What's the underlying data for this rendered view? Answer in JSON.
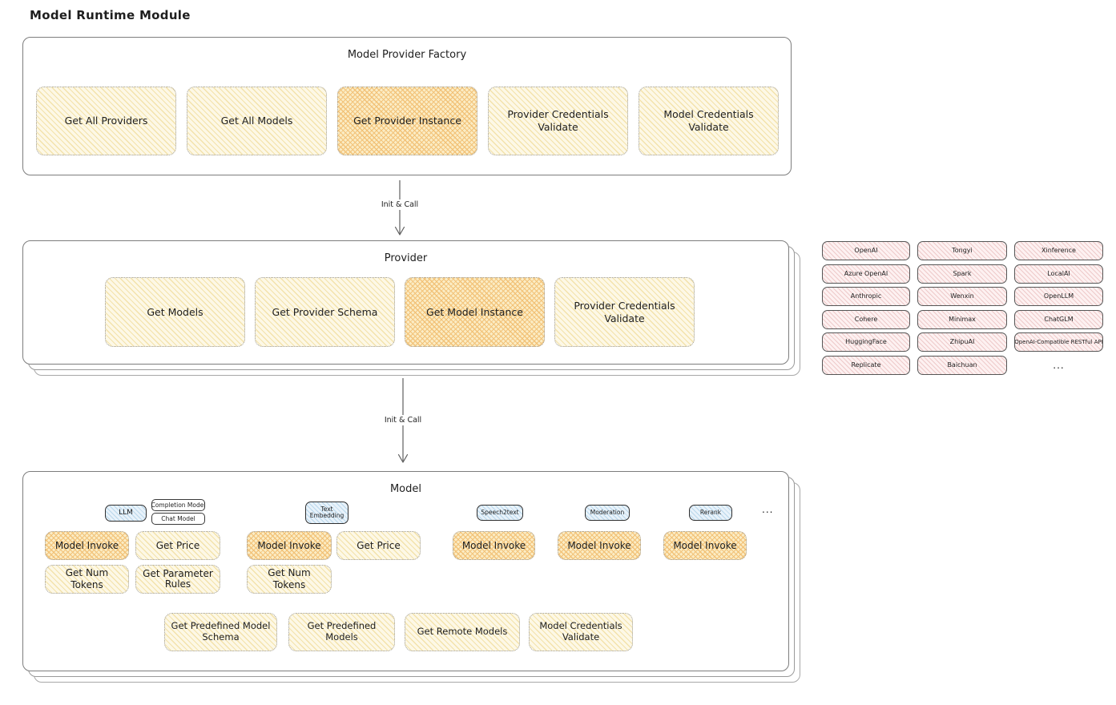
{
  "page_title": "Model Runtime Module",
  "connectors": [
    {
      "label": "Init & Call"
    },
    {
      "label": "Init & Call"
    }
  ],
  "factory": {
    "title": "Model Provider Factory",
    "functions": [
      {
        "label": "Get All Providers",
        "highlighted": false
      },
      {
        "label": "Get All Models",
        "highlighted": false
      },
      {
        "label": "Get Provider Instance",
        "highlighted": true
      },
      {
        "label": "Provider Credentials Validate",
        "highlighted": false
      },
      {
        "label": "Model Credentials Validate",
        "highlighted": false
      }
    ]
  },
  "provider": {
    "title": "Provider",
    "functions": [
      {
        "label": "Get Models",
        "highlighted": false
      },
      {
        "label": "Get Provider Schema",
        "highlighted": false
      },
      {
        "label": "Get Model Instance",
        "highlighted": true
      },
      {
        "label": "Provider Credentials Validate",
        "highlighted": false
      }
    ]
  },
  "supported_providers": {
    "items": [
      "OpenAI",
      "Tongyi",
      "Xinference",
      "Azure OpenAI",
      "Spark",
      "LocalAI",
      "Anthropic",
      "Wenxin",
      "OpenLLM",
      "Cohere",
      "Minimax",
      "ChatGLM",
      "HuggingFace",
      "ZhipuAI",
      "OpenAI-Compatible RESTful API",
      "Replicate",
      "Baichuan"
    ],
    "more": "..."
  },
  "model": {
    "title": "Model",
    "types": {
      "llm": "LLM",
      "completion": "Completion Model",
      "chat": "Chat Model",
      "text_embedding": "Text Embedding",
      "speech2text": "Speech2text",
      "moderation": "Moderation",
      "rerank": "Rerank",
      "more": "..."
    },
    "llm_functions": [
      "Model Invoke",
      "Get Price",
      "Get Num Tokens",
      "Get Parameter Rules"
    ],
    "text_embedding_functions": [
      "Model Invoke",
      "Get Price",
      "Get Num Tokens"
    ],
    "speech2text_functions": [
      "Model Invoke"
    ],
    "moderation_functions": [
      "Model Invoke"
    ],
    "rerank_functions": [
      "Model Invoke"
    ],
    "shared_functions": [
      "Get Predefined Model Schema",
      "Get Predefined Models",
      "Get Remote Models",
      "Model Credentials Validate"
    ]
  },
  "colors": {
    "yellow_fill": "#fdf8e6",
    "yellow_hatch": "#f3e2ab",
    "highlight_fill": "#fbecc4",
    "highlight_hatch": "#f2c278",
    "pink_fill": "#fdf1f1",
    "pink_hatch": "#eecaca",
    "blue_fill": "#e8f2fa",
    "blue_hatch": "#b9d7eb",
    "border_gray": "#7d7d7d",
    "dotted_border": "#9d9d9d",
    "ink": "#1e1e1e"
  }
}
